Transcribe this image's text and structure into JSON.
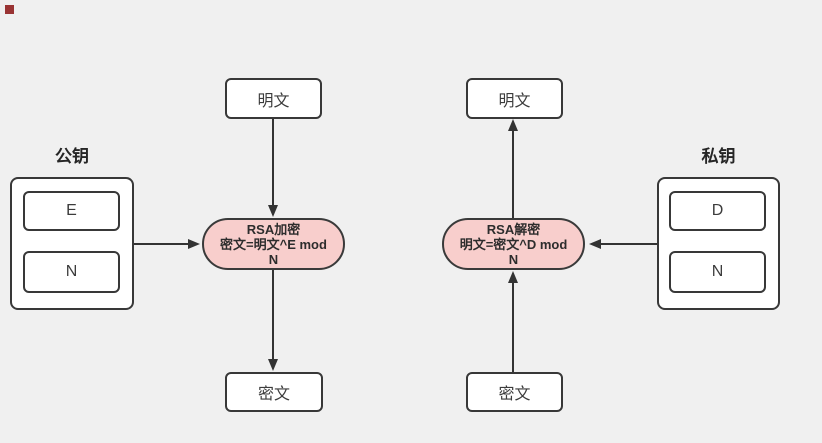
{
  "colors": {
    "background": "#f0f0f0",
    "process_fill": "#f8cecc",
    "stroke": "#383838",
    "red_square": "#993333"
  },
  "public_key": {
    "title": "公钥",
    "fields": [
      {
        "label": "E"
      },
      {
        "label": "N"
      }
    ]
  },
  "private_key": {
    "title": "私钥",
    "fields": [
      {
        "label": "D"
      },
      {
        "label": "N"
      }
    ]
  },
  "encrypt_flow": {
    "top_box": "明文",
    "process": {
      "title": "RSA加密",
      "formula_line1": "密文=明文^E mod",
      "formula_line2": "N"
    },
    "bottom_box": "密文"
  },
  "decrypt_flow": {
    "top_box": "明文",
    "process": {
      "title": "RSA解密",
      "formula_line1": "明文=密文^D mod",
      "formula_line2": "N"
    },
    "bottom_box": "密文"
  }
}
